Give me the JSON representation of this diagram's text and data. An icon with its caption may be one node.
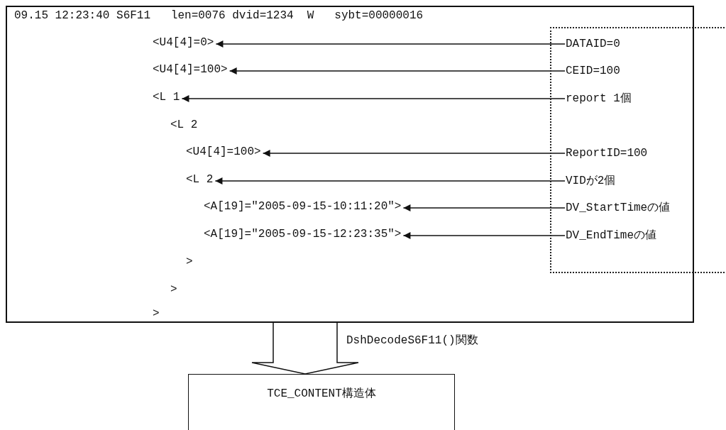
{
  "diagram": {
    "nodes": [
      {
        "text": [],
        "shape": "box"
      },
      {
        "text": [
          "09.15 12:23:40 S6F11   len=0076 dvid=1234  W   sybt=00000016"
        ],
        "in": 0
      },
      {
        "text": [
          "<U4[4]=0>"
        ],
        "in": 0
      },
      {
        "text": [
          "<U4[4]=100>"
        ],
        "in": 0
      },
      {
        "text": [
          "<L 1"
        ],
        "in": 0
      },
      {
        "text": [
          "<L 2"
        ],
        "in": 0
      },
      {
        "text": [
          "<U4[4]=100>"
        ],
        "in": 0
      },
      {
        "text": [
          "<L 2"
        ],
        "in": 0
      },
      {
        "text": [
          "<A[19]=\"2005-09-15-10:11:20\">"
        ],
        "in": 0
      },
      {
        "text": [
          "<A[19]=\"2005-09-15-12:23:35\">"
        ],
        "in": 0
      },
      {
        "text": [
          ">"
        ],
        "in": 0
      },
      {
        "text": [
          ">"
        ],
        "in": 0
      },
      {
        "text": [
          ">"
        ],
        "in": 0
      },
      {
        "text": [],
        "shape": "box"
      },
      {
        "text": [
          "DATAID=0"
        ],
        "in": 13
      },
      {
        "text": [
          "CEID=100"
        ],
        "in": 13
      },
      {
        "text": [
          "report 1個"
        ],
        "in": 13
      },
      {
        "text": [
          "ReportID=100"
        ],
        "in": 13
      },
      {
        "text": [
          "VIDが2個"
        ],
        "in": 13
      },
      {
        "text": [
          "DV_StartTimeの値"
        ],
        "in": 13
      },
      {
        "text": [
          "DV_EndTimeの値"
        ],
        "in": 13
      },
      {
        "text": [
          "TCE_CONTENT構造体"
        ]
      }
    ],
    "edges": [
      {
        "from": 14,
        "to": 2,
        "arrow": "to"
      },
      {
        "from": 15,
        "to": 3,
        "arrow": "to"
      },
      {
        "from": 16,
        "to": 4,
        "arrow": "to"
      },
      {
        "from": 17,
        "to": 6,
        "arrow": "to"
      },
      {
        "from": 18,
        "to": 7,
        "arrow": "to"
      },
      {
        "from": 19,
        "to": 8,
        "arrow": "to"
      },
      {
        "from": 20,
        "to": 9,
        "arrow": "to"
      },
      {
        "from": 0,
        "to": 21,
        "arrow": "to",
        "label": "DshDecodeS6F11()関数",
        "style": "thick"
      }
    ]
  }
}
